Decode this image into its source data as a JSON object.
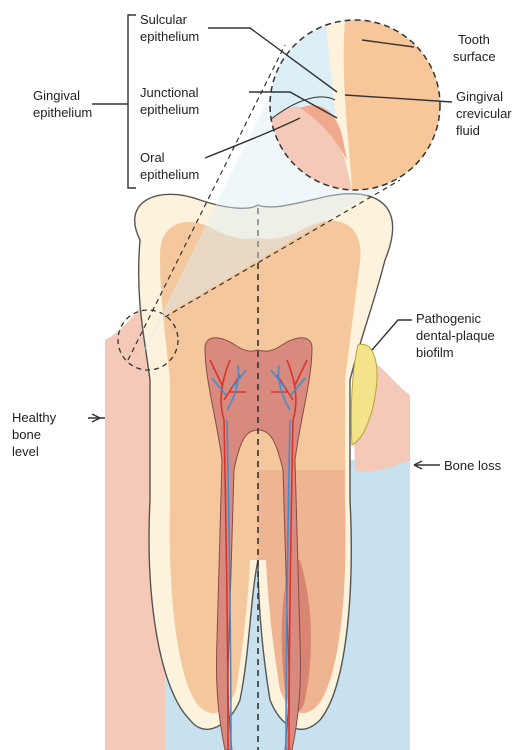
{
  "labels": {
    "sulcular_1": "Sulcular",
    "sulcular_2": "epithelium",
    "junctional_1": "Junctional",
    "junctional_2": "epithelium",
    "oral_1": "Oral",
    "oral_2": "epithelium",
    "gingival_epi_1": "Gingival",
    "gingival_epi_2": "epithelium",
    "tooth_surface_1": "Tooth",
    "tooth_surface_2": "surface",
    "gcf_1": "Gingival",
    "gcf_2": "crevicular",
    "gcf_3": "fluid",
    "plaque_1": "Pathogenic",
    "plaque_2": "dental-plaque",
    "plaque_3": "biofilm",
    "healthy_1": "Healthy",
    "healthy_2": "bone",
    "healthy_3": "level",
    "bone_loss": "Bone loss"
  },
  "colors": {
    "bone": "#c7e1ee",
    "gum": "#f4c9b8",
    "enamel": "#fdf2dc",
    "dentin": "#f4c79c",
    "pulp": "#d98a7e",
    "root_shade": "#c9685f",
    "plaque": "#f3e48a",
    "vessel_red": "#d9342b",
    "vessel_blue": "#3f8fd0",
    "inset_tooth": "#f7c79a"
  }
}
